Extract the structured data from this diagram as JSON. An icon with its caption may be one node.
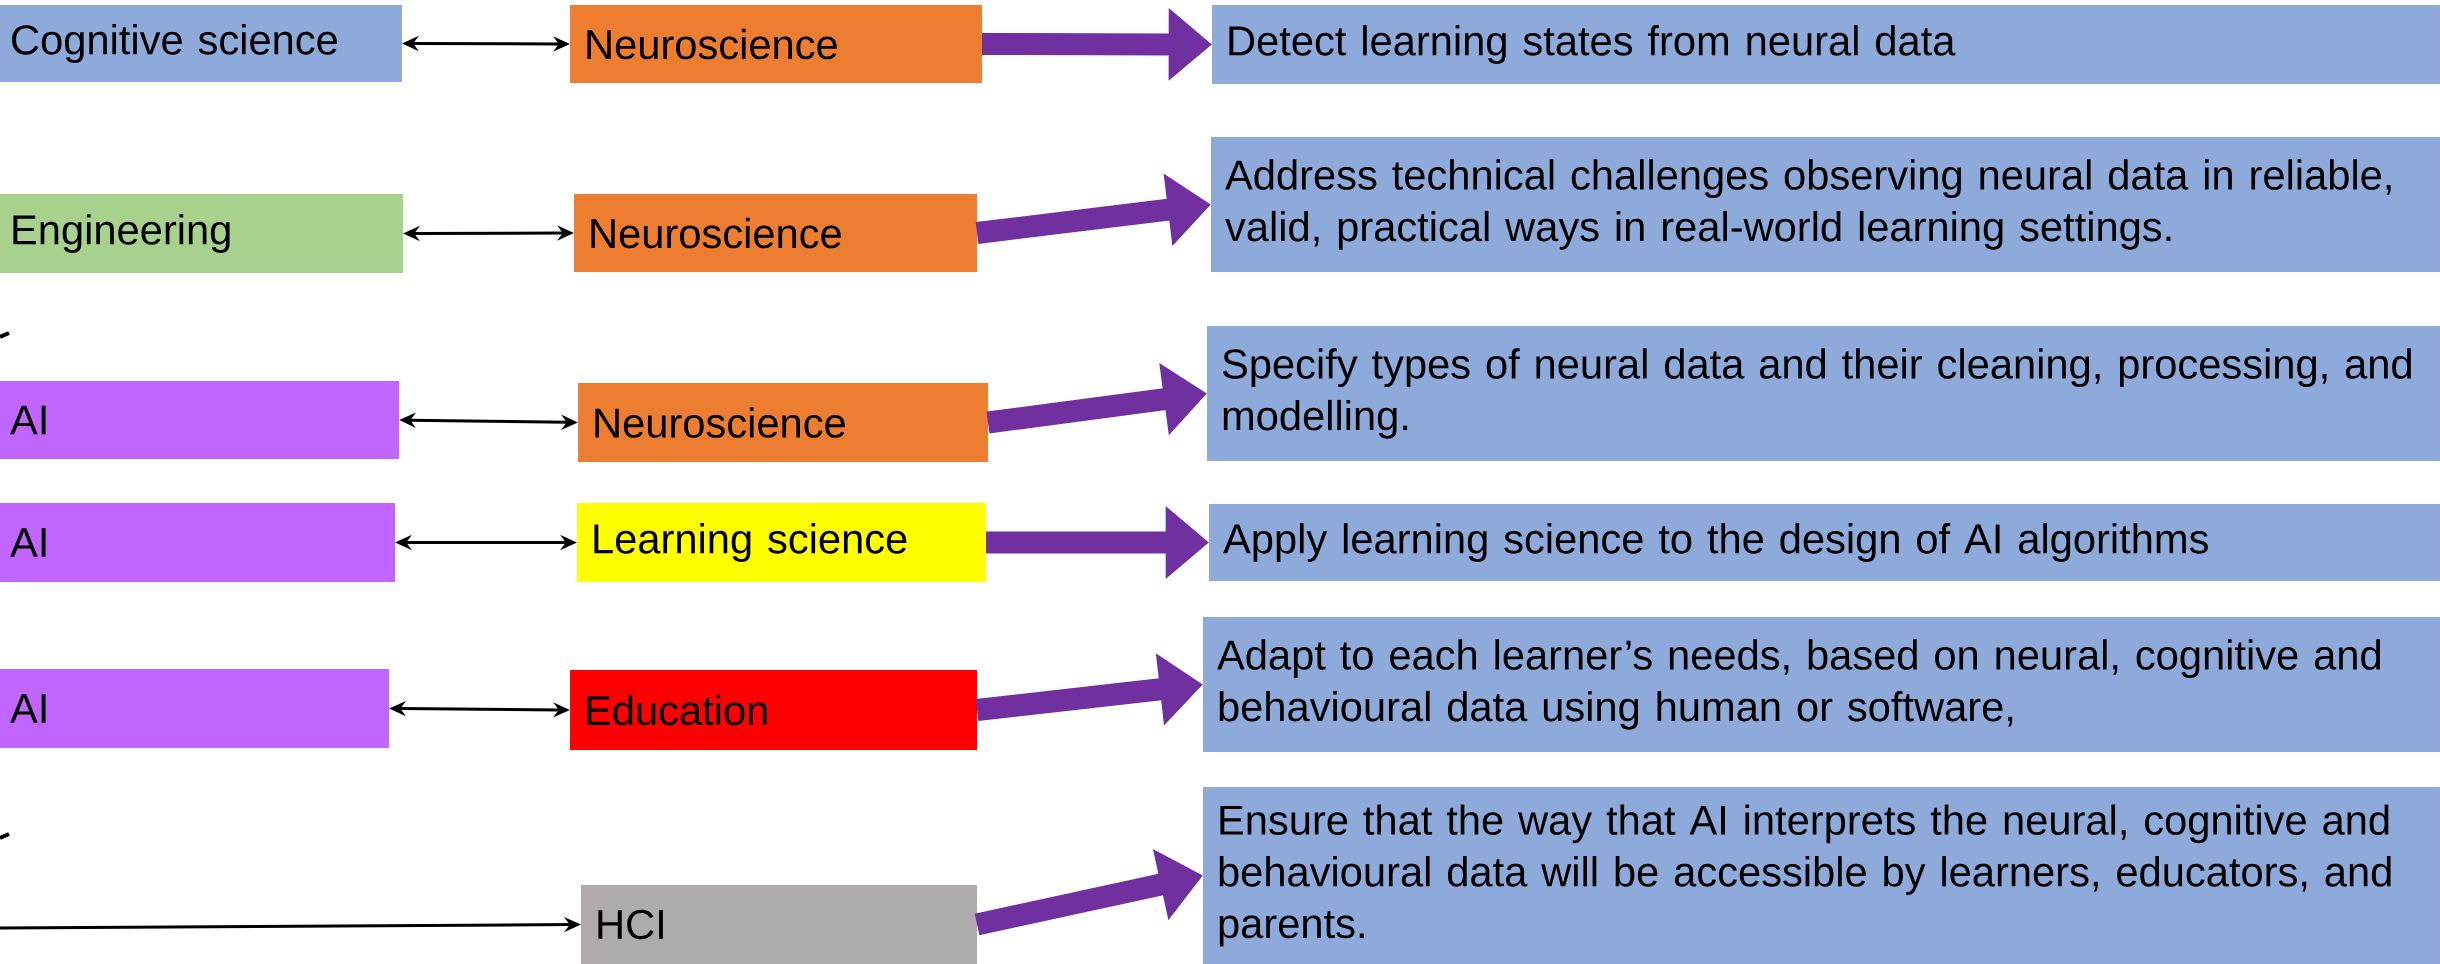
{
  "diagram": {
    "nodes": [
      {
        "text": [
          "Cognitive science"
        ]
      },
      {
        "text": [
          "Neuroscience"
        ]
      },
      {
        "text": [
          "Detect learning states from neural data"
        ]
      },
      {
        "text": [
          "Engineering"
        ]
      },
      {
        "text": [
          "Neuroscience"
        ]
      },
      {
        "text": [
          "Address technical challenges observing neural data in reliable, valid, practical ways in real-world learning settings."
        ]
      },
      {
        "text": [
          "AI"
        ]
      },
      {
        "text": [
          "Neuroscience"
        ]
      },
      {
        "text": [
          "Specify types of neural data and their cleaning, processing, and modelling."
        ]
      },
      {
        "text": [
          "AI"
        ]
      },
      {
        "text": [
          "Learning science"
        ]
      },
      {
        "text": [
          "Apply learning science to the design of AI algorithms"
        ]
      },
      {
        "text": [
          "AI"
        ]
      },
      {
        "text": [
          "Education"
        ]
      },
      {
        "text": [
          "Adapt to each learner’s needs, based on neural, cognitive and behavioural data using human or software,"
        ]
      },
      {
        "text": [
          "HCI"
        ]
      },
      {
        "text": [
          "Ensure that the way that AI interprets the neural, cognitive and behavioural data will be accessible by learners, educators, and parents."
        ]
      }
    ],
    "edges": [
      {
        "from": 0,
        "to": 1,
        "arrow": "both"
      },
      {
        "from": 1,
        "to": 2,
        "arrow": "to",
        "style": "thick",
        "color": "#7030a0"
      },
      {
        "from": 3,
        "to": 4,
        "arrow": "both"
      },
      {
        "from": 4,
        "to": 5,
        "arrow": "to",
        "style": "thick",
        "color": "#7030a0"
      },
      {
        "from": 6,
        "to": 7,
        "arrow": "both"
      },
      {
        "from": 7,
        "to": 8,
        "arrow": "to",
        "style": "thick",
        "color": "#7030a0"
      },
      {
        "from": 9,
        "to": 10,
        "arrow": "both"
      },
      {
        "from": 10,
        "to": 11,
        "arrow": "to",
        "style": "thick",
        "color": "#7030a0"
      },
      {
        "from": 12,
        "to": 13,
        "arrow": "both"
      },
      {
        "from": 13,
        "to": 14,
        "arrow": "to",
        "style": "thick",
        "color": "#7030a0"
      },
      {
        "from": null,
        "to": 15,
        "arrow": "to"
      },
      {
        "from": 15,
        "to": 16,
        "arrow": "to",
        "style": "thick",
        "color": "#7030a0"
      }
    ]
  }
}
